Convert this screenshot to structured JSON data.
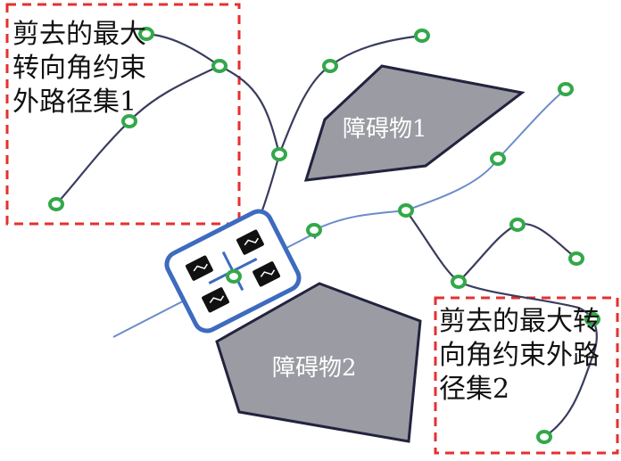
{
  "labels": {
    "pruned_set_1": "剪去的最大转向角约束外路径集1",
    "pruned_set_2": "剪去的最大转向角约束外路径集2",
    "obstacle_1": "障碍物1",
    "obstacle_2": "障碍物2"
  },
  "colors": {
    "pruned_box": "#e53030",
    "obstacle_fill": "#9b9ba3",
    "obstacle_stroke": "#23233f",
    "branch_line": "#3a3c5e",
    "waypoint": "#33a84a",
    "path_line": "#6b8cc9",
    "vehicle_frame": "#3d6bbf",
    "wheel": "#111111"
  },
  "icons": [
    "vehicle-icon",
    "waypoint-node",
    "heading-arrow"
  ]
}
